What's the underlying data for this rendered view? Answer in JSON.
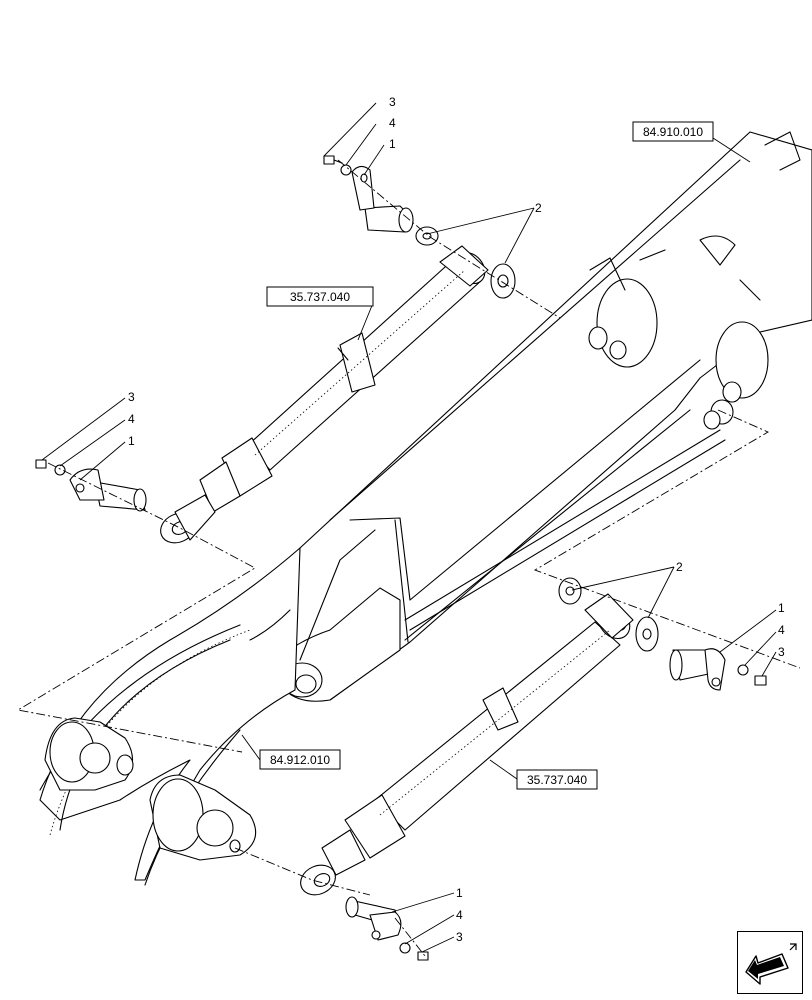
{
  "callouts": {
    "upper_pin_group": {
      "bolt": "3",
      "washer": "4",
      "pin": "1"
    },
    "upper_spacers": "2",
    "left_pin_group": {
      "bolt": "3",
      "washer": "4",
      "pin": "1"
    },
    "lower_spacers": "2",
    "right_pin_group": {
      "pin": "1",
      "washer": "4",
      "bolt": "3"
    },
    "bottom_pin_group": {
      "pin": "1",
      "washer": "4",
      "bolt": "3"
    }
  },
  "references": {
    "arm_structure": "84.910.010",
    "upper_cylinder": "35.737.040",
    "boom_structure": "84.912.010",
    "lower_cylinder": "35.737.040"
  },
  "icons": {
    "navigation": "back-arrow-icon"
  }
}
